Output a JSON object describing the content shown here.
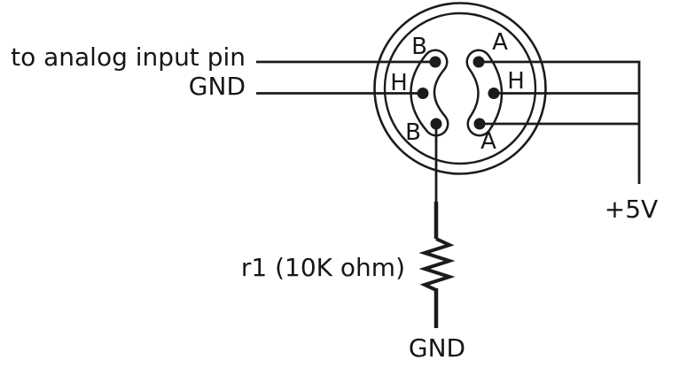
{
  "colors": {
    "ink": "#1b1b1b",
    "background": "#ffffff"
  },
  "labels": {
    "analog_input": "to analog input pin",
    "gnd_left": "GND",
    "supply": "+5V",
    "resistor": "r1 (10K ohm)",
    "gnd_bottom": "GND"
  },
  "sensor": {
    "pins": {
      "b_top": "B",
      "a_top": "A",
      "h_left": "H",
      "h_right": "H",
      "b_bottom": "B",
      "a_bottom": "A"
    }
  }
}
